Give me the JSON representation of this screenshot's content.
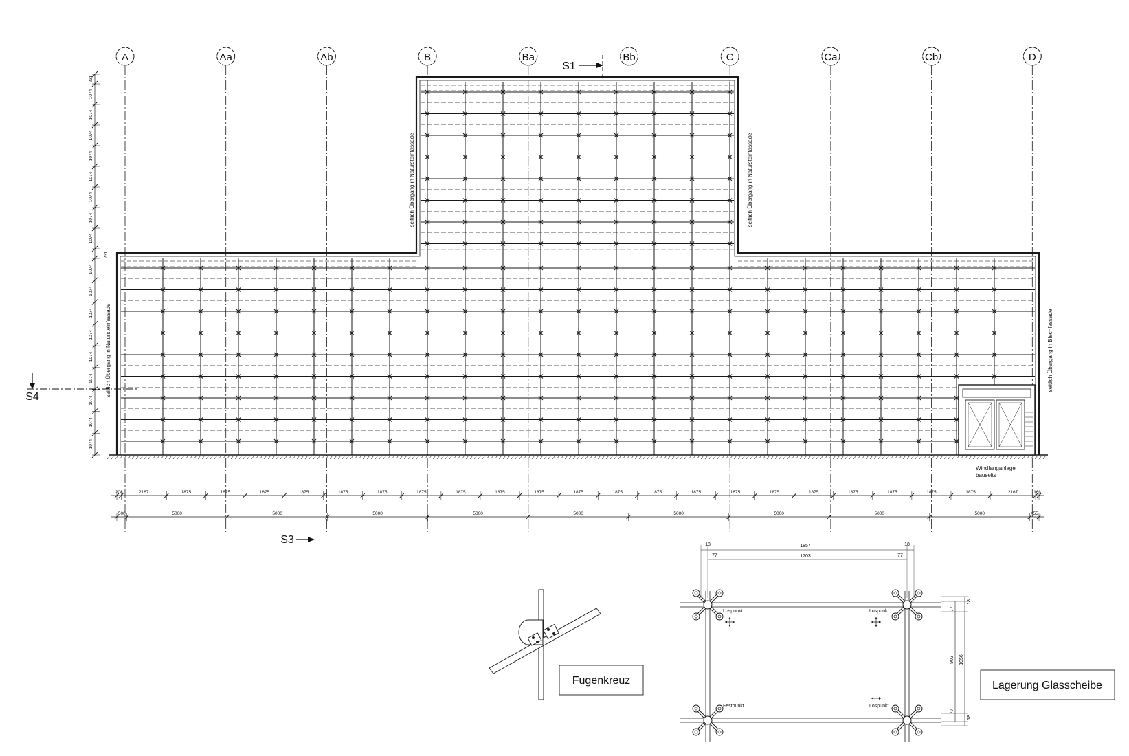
{
  "grid_axes": [
    "A",
    "Aa",
    "Ab",
    "B",
    "Ba",
    "Bb",
    "C",
    "Ca",
    "Cb",
    "D"
  ],
  "section_marks": {
    "s1": "S1",
    "s3": "S3",
    "s4": "S4"
  },
  "side_notes": {
    "left_low": "seitlich Übergang in Natursteinfassade",
    "tower_left": "seitlich Übergang in Natursteinfassade",
    "tower_right": "seitlich Übergang in Natursteinfassade",
    "right": "seitlich Übergang in Blechfassade"
  },
  "vertical_dims": {
    "top": "231",
    "tower_rows": [
      "1074",
      "1074",
      "1074",
      "1074",
      "1074",
      "1074",
      "1074",
      "1074"
    ],
    "mid": "231",
    "low_rows": [
      "1074",
      "1074",
      "1074",
      "1074",
      "1074",
      "1074",
      "1074",
      "1074",
      "1074"
    ]
  },
  "dim_row1": [
    "208",
    "2167",
    "1875",
    "1875",
    "1875",
    "1875",
    "1875",
    "1875",
    "1875",
    "1875",
    "1875",
    "1875",
    "1875",
    "1875",
    "1875",
    "1875",
    "1875",
    "1875",
    "1875",
    "1875",
    "1875",
    "1875",
    "1875",
    "2167",
    "163"
  ],
  "dim_row2": [
    "500",
    "5000",
    "5000",
    "5000",
    "5000",
    "5000",
    "5000",
    "5000",
    "5000",
    "5000",
    "455"
  ],
  "entrance": {
    "line1": "Windfanganlage",
    "line2": "bauseits"
  },
  "detail_fugenkreuz": {
    "title": "Fugenkreuz"
  },
  "detail_lagerung": {
    "title": "Lagerung Glasscheibe",
    "dim_outer": "1857",
    "dim_inner": "1703",
    "dim_18a": "18",
    "dim_18b": "18",
    "dim_77a": "77",
    "dim_77b": "77",
    "dim_right_18a": "18",
    "dim_right_77a": "77",
    "dim_902": "902",
    "dim_1056": "1056",
    "dim_right_77b": "77",
    "dim_right_18b": "18",
    "p_tl": "Lospunkt",
    "p_tr": "Lospunkt",
    "p_bl": "Festpunkt",
    "p_br": "Lospunkt"
  },
  "colors": {
    "line": "#1a1a1a",
    "dash": "#555555",
    "panel": "#ffffff"
  }
}
